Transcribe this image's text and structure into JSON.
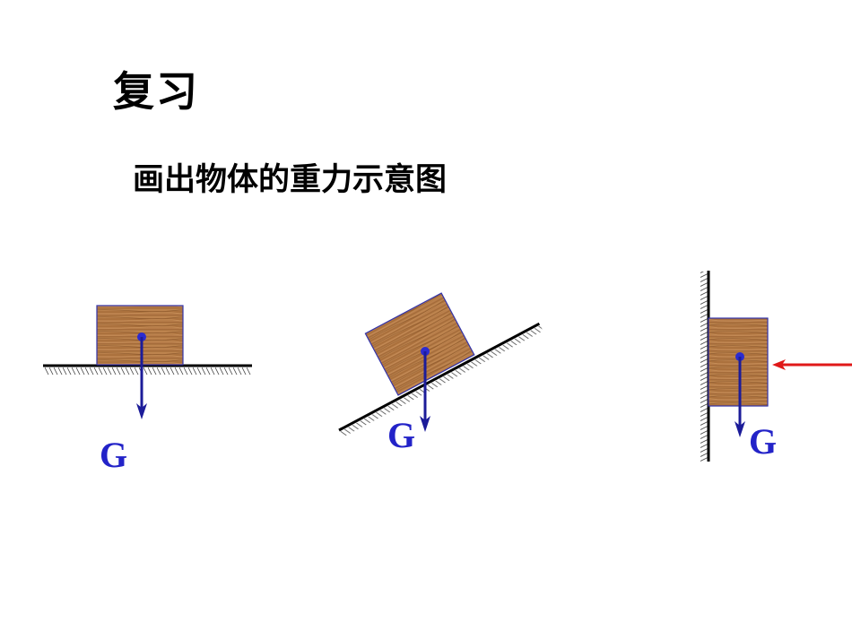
{
  "slide": {
    "title": "复习",
    "subtitle": "画出物体的重力示意图"
  },
  "diagrams": [
    {
      "label": "G"
    },
    {
      "label": "G"
    },
    {
      "label": "G"
    }
  ],
  "colors": {
    "wood": "#b57a45",
    "wood_dark": "#8a5528",
    "block_border": "#3333aa",
    "force_arrow": "#1c1c99",
    "label": "#2323c8",
    "push_arrow": "#e01818",
    "surface": "#000000"
  }
}
